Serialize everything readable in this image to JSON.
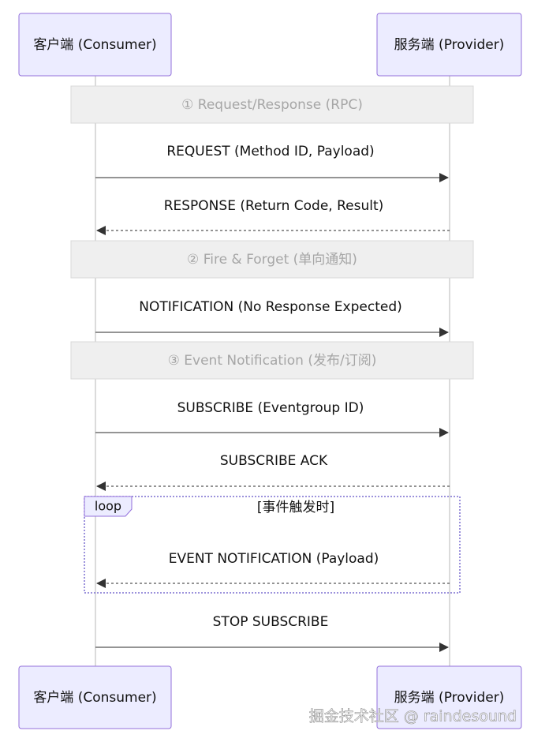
{
  "actors": {
    "client": "客户端 (Consumer)",
    "server": "服务端 (Provider)"
  },
  "sections": [
    {
      "id": "rpc",
      "note": "① Request/Response (RPC)"
    },
    {
      "id": "fire",
      "note": "② Fire & Forget (单向通知)"
    },
    {
      "id": "event",
      "note": "③ Event Notification (发布/订阅)"
    }
  ],
  "messages": [
    {
      "id": "m1",
      "from": "client",
      "to": "server",
      "style": "solid",
      "text": "REQUEST (Method ID, Payload)"
    },
    {
      "id": "m2",
      "from": "server",
      "to": "client",
      "style": "dashed",
      "text": "RESPONSE (Return Code, Result)"
    },
    {
      "id": "m3",
      "from": "client",
      "to": "server",
      "style": "solid",
      "text": "NOTIFICATION (No Response Expected)"
    },
    {
      "id": "m4",
      "from": "client",
      "to": "server",
      "style": "solid",
      "text": "SUBSCRIBE (Eventgroup ID)"
    },
    {
      "id": "m5",
      "from": "server",
      "to": "client",
      "style": "dashed",
      "text": "SUBSCRIBE ACK"
    },
    {
      "id": "m6",
      "from": "server",
      "to": "client",
      "style": "dashed",
      "text": "EVENT NOTIFICATION (Payload)"
    },
    {
      "id": "m7",
      "from": "client",
      "to": "server",
      "style": "solid",
      "text": "STOP SUBSCRIBE"
    }
  ],
  "loop": {
    "label": "loop",
    "condition": "[事件触发时]"
  },
  "watermark": "掘金技术社区 @ raindesound",
  "colors": {
    "actor_fill": "#ECECFF",
    "actor_stroke": "#9370DB",
    "note_fill": "#EFEFEF",
    "note_text": "#A6A6A6",
    "loop_stroke": "#7B6FD0"
  }
}
